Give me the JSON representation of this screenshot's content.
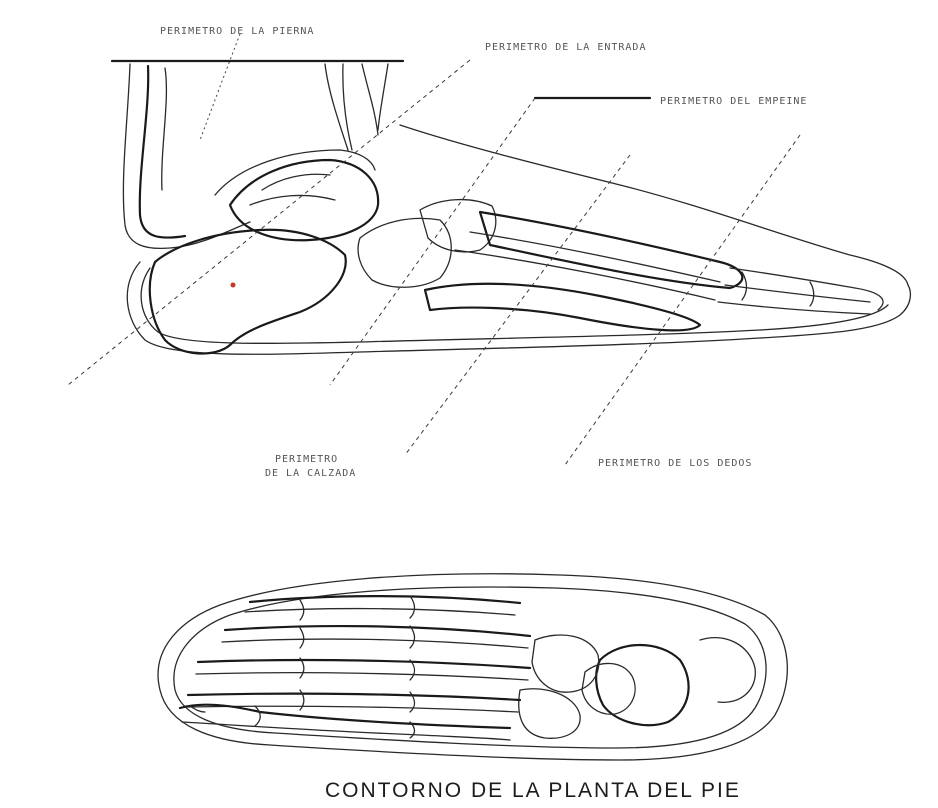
{
  "labels": {
    "perimetro_pierna": "PERIMETRO DE LA PIERNA",
    "perimetro_entrada": "PERIMETRO DE LA ENTRADA",
    "perimetro_empeine": "PERIMETRO DEL EMPEINE",
    "perimetro_calzada_line1": "PERIMETRO",
    "perimetro_calzada_line2": "DE LA CALZADA",
    "perimetro_dedos": "PERIMETRO DE LOS DEDOS"
  },
  "caption": "CONTORNO DE LA PLANTA DEL PIE",
  "colors": {
    "ink": "#2a2a2a",
    "paper": "#ffffff",
    "mark": "#c0392b"
  }
}
